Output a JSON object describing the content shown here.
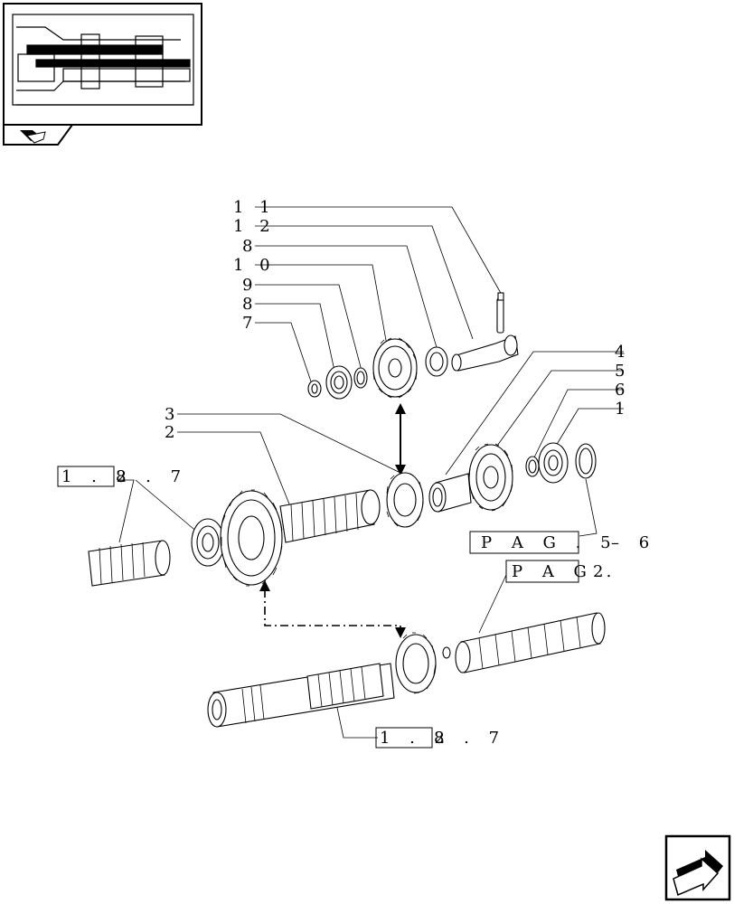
{
  "callouts": {
    "c11": "1 1",
    "c12": "1 2",
    "c8a": "8",
    "c10": "1 0",
    "c9": "9",
    "c8b": "8",
    "c7": "7",
    "c3": "3",
    "c2": "2",
    "c4": "4",
    "c5": "5",
    "c6": "6",
    "c1": "1"
  },
  "refs": {
    "ref_top_left": {
      "boxed": "1 . 2",
      "rest": "8 . 7"
    },
    "ref_pag_5_6": {
      "boxed": "P A G .   5",
      "rest": "–   6"
    },
    "ref_pag_2": {
      "boxed": "P A G .",
      "rest": "2"
    },
    "ref_bottom": {
      "boxed": "1 . 2",
      "rest": "8 . 7"
    }
  },
  "icons": [
    "thumbnail-transmission",
    "book-page-icon",
    "next-page-arrow-icon"
  ]
}
